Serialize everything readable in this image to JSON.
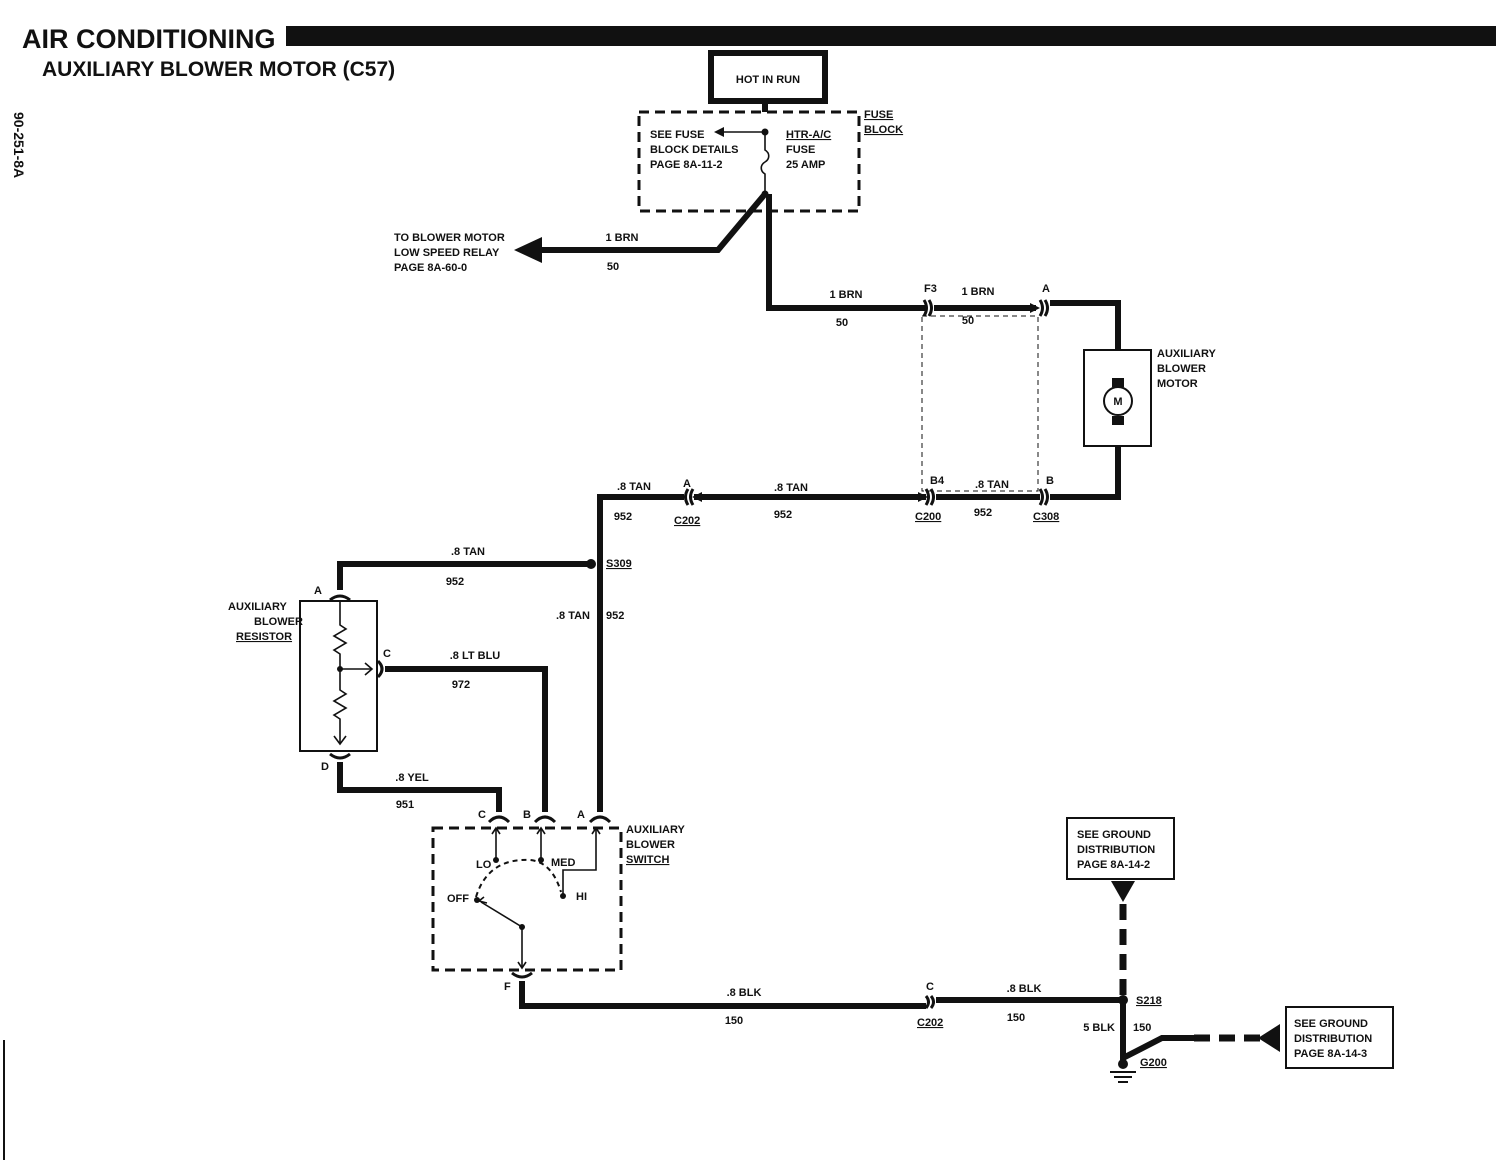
{
  "header": {
    "title": "AIR CONDITIONING",
    "subtitle": "AUXILIARY BLOWER MOTOR (C57)",
    "side_code": "90-251-8A"
  },
  "power": {
    "hot_in_run": "HOT IN RUN",
    "fuse_note": [
      "SEE FUSE",
      "BLOCK DETAILS",
      "PAGE 8A-11-2"
    ],
    "fuse_name": [
      "HTR-A/C",
      "FUSE",
      "25 AMP"
    ],
    "fuse_block": [
      "FUSE",
      "BLOCK"
    ],
    "relay_ref": [
      "TO BLOWER MOTOR",
      "LOW SPEED RELAY",
      "PAGE 8A-60-0"
    ]
  },
  "wires": {
    "relay_color": "1 BRN",
    "relay_circuit": "50",
    "brn1_color": "1 BRN",
    "brn1_circuit": "50",
    "brn2_color": "1 BRN",
    "brn2_circuit": "50",
    "tan_c202_color": ".8 TAN",
    "tan_c202_circuit": "952",
    "tan_c200_color": ".8 TAN",
    "tan_c200_circuit": "952",
    "tan_c308_color": ".8 TAN",
    "tan_c308_circuit": "952",
    "tan_res_color": ".8 TAN",
    "tan_res_circuit": "952",
    "tan_sw_color": ".8 TAN",
    "tan_sw_circuit": "952",
    "blu_color": ".8 LT BLU",
    "blu_circuit": "972",
    "yel_color": ".8 YEL",
    "yel_circuit": "951",
    "blk1_color": ".8 BLK",
    "blk1_circuit": "150",
    "blk2_color": ".8 BLK",
    "blk2_circuit": "150",
    "gnd_color": "5 BLK",
    "gnd_circuit": "150"
  },
  "connectors": {
    "f3": "F3",
    "a_motor": "A",
    "b4": "B4",
    "b_motor": "B",
    "a_c202": "A",
    "c202": "C202",
    "c200": "C200",
    "c308": "C308",
    "res_a": "A",
    "res_c": "C",
    "res_d": "D",
    "sw_c": "C",
    "sw_b": "B",
    "sw_a": "A",
    "sw_f": "F",
    "c_gnd": "C",
    "c202_gnd": "C202"
  },
  "splices": {
    "s309": "S309",
    "s218": "S218",
    "g200": "G200"
  },
  "components": {
    "motor": [
      "AUXILIARY",
      "BLOWER",
      "MOTOR"
    ],
    "motor_symbol": "M",
    "resistor": [
      "AUXILIARY",
      "BLOWER",
      "RESISTOR"
    ],
    "switch": [
      "AUXILIARY",
      "BLOWER",
      "SWITCH"
    ],
    "switch_positions": {
      "lo": "LO",
      "med": "MED",
      "hi": "HI",
      "off": "OFF"
    }
  },
  "ground": {
    "ref1": [
      "SEE GROUND",
      "DISTRIBUTION",
      "PAGE 8A-14-2"
    ],
    "ref2": [
      "SEE GROUND",
      "DISTRIBUTION",
      "PAGE 8A-14-3"
    ]
  }
}
